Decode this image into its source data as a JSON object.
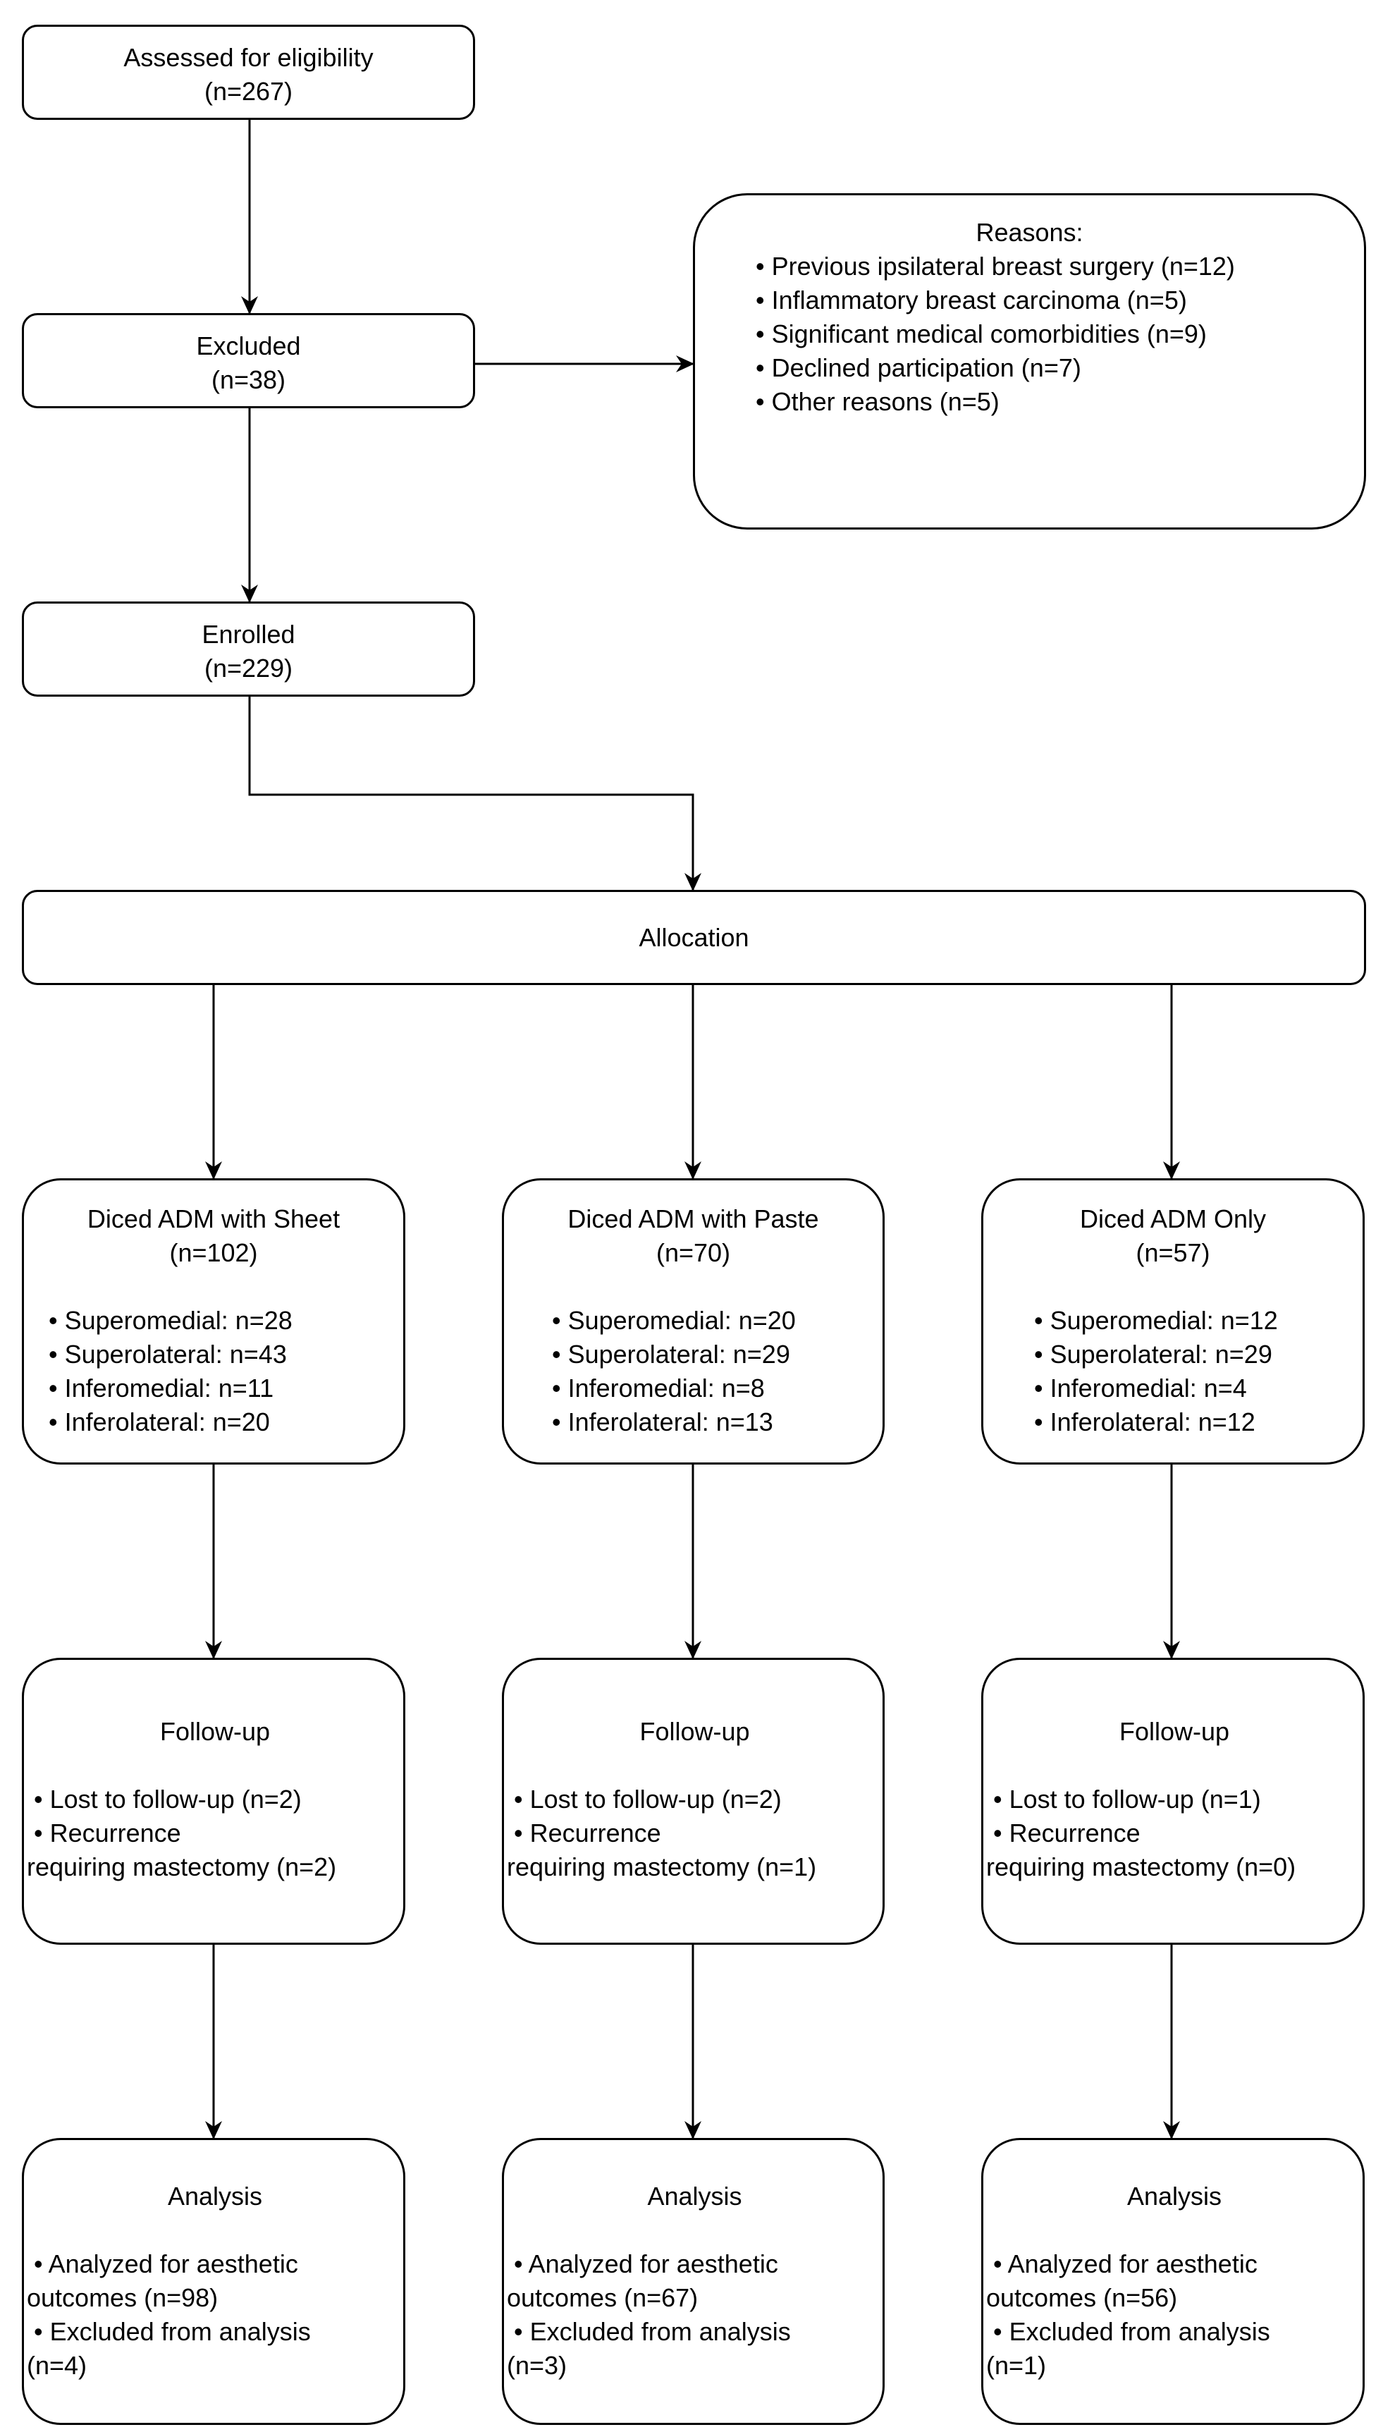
{
  "assessed": {
    "title": "Assessed for eligibility",
    "n": "(n=267)"
  },
  "excluded": {
    "title": "Excluded",
    "n": "(n=38)"
  },
  "reasons": {
    "title": "Reasons:",
    "items": [
      "• Previous ipsilateral breast surgery (n=12)",
      "• Inflammatory breast carcinoma (n=5)",
      "• Significant medical comorbidities (n=9)",
      "• Declined participation (n=7)",
      "• Other reasons (n=5)"
    ]
  },
  "enrolled": {
    "title": "Enrolled",
    "n": "(n=229)"
  },
  "allocation": {
    "title": "Allocation"
  },
  "groups": [
    {
      "title": "Diced ADM with Sheet",
      "n": "(n=102)",
      "sites": [
        "• Superomedial: n=28",
        "• Superolateral: n=43",
        "• Inferomedial: n=11",
        "• Inferolateral: n=20"
      ],
      "followup": {
        "title": "Follow-up",
        "lines": [
          " • Lost to follow-up (n=2)",
          " • Recurrence",
          "requiring mastectomy (n=2)"
        ]
      },
      "analysis": {
        "title": "Analysis",
        "lines": [
          " • Analyzed for aesthetic",
          "outcomes (n=98)",
          " • Excluded from analysis",
          "(n=4)"
        ]
      }
    },
    {
      "title": "Diced ADM with Paste",
      "n": "(n=70)",
      "sites": [
        "• Superomedial: n=20",
        "• Superolateral: n=29",
        "• Inferomedial: n=8",
        "• Inferolateral: n=13"
      ],
      "followup": {
        "title": "Follow-up",
        "lines": [
          " • Lost to follow-up (n=2)",
          " • Recurrence",
          "requiring mastectomy (n=1)"
        ]
      },
      "analysis": {
        "title": "Analysis",
        "lines": [
          " • Analyzed for aesthetic",
          "outcomes (n=67)",
          " • Excluded from analysis",
          "(n=3)"
        ]
      }
    },
    {
      "title": "Diced ADM Only",
      "n": "(n=57)",
      "sites": [
        "• Superomedial: n=12",
        "• Superolateral: n=29",
        "• Inferomedial: n=4",
        "• Inferolateral: n=12"
      ],
      "followup": {
        "title": "Follow-up",
        "lines": [
          " • Lost to follow-up (n=1)",
          " • Recurrence",
          "requiring mastectomy (n=0)"
        ]
      },
      "analysis": {
        "title": "Analysis",
        "lines": [
          " • Analyzed for aesthetic",
          "outcomes (n=56)",
          " • Excluded from analysis",
          "(n=1)"
        ]
      }
    }
  ]
}
